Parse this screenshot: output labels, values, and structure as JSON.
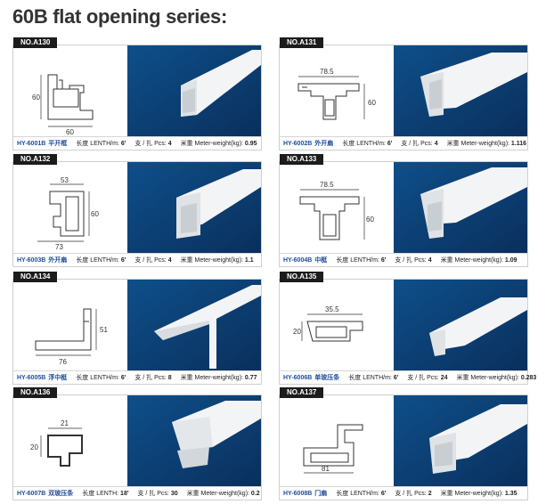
{
  "title": "60B  flat opening series:",
  "labels": {
    "length": "长度 LENTH/m:",
    "length_alt": "长度 LENTH:",
    "pcs": "支 / 扎 Pcs:",
    "weight": "米重 Meter-weight(kg):"
  },
  "cards": [
    {
      "no": "NO.A130",
      "code": "HY-6001B",
      "cn": "平开框",
      "length": "6'",
      "pcs": "4",
      "weight": "0.95",
      "dims": [
        "60",
        "60"
      ]
    },
    {
      "no": "NO.A131",
      "code": "HY-6002B",
      "cn": "外开扇",
      "length": "6'",
      "pcs": "4",
      "weight": "1.116",
      "dims": [
        "78.5",
        "60"
      ]
    },
    {
      "no": "NO.A132",
      "code": "HY-6003B",
      "cn": "外开扇",
      "length": "6'",
      "pcs": "4",
      "weight": "1.1",
      "dims": [
        "53",
        "60",
        "73"
      ]
    },
    {
      "no": "NO.A133",
      "code": "HY-6004B",
      "cn": "中梃",
      "length": "6'",
      "pcs": "4",
      "weight": "1.09",
      "dims": [
        "78.5",
        "60"
      ]
    },
    {
      "no": "NO.A134",
      "code": "HY-6005B",
      "cn": "浮中梃",
      "length": "6'",
      "pcs": "8",
      "weight": "0.77",
      "dims": [
        "51",
        "76"
      ]
    },
    {
      "no": "NO.A135",
      "code": "HY-6006B",
      "cn": "单玻压条",
      "length": "6'",
      "pcs": "24",
      "weight": "0.283",
      "dims": [
        "35.5",
        "20"
      ]
    },
    {
      "no": "NO.A136",
      "code": "HY-6007B",
      "cn": "双玻压条",
      "length": "18'",
      "pcs": "30",
      "weight": "0.2",
      "dims": [
        "21",
        "20"
      ]
    },
    {
      "no": "NO.A137",
      "code": "HY-6008B",
      "cn": "门扇",
      "length": "6'",
      "pcs": "2",
      "weight": "1.35",
      "dims": [
        "81"
      ]
    }
  ]
}
